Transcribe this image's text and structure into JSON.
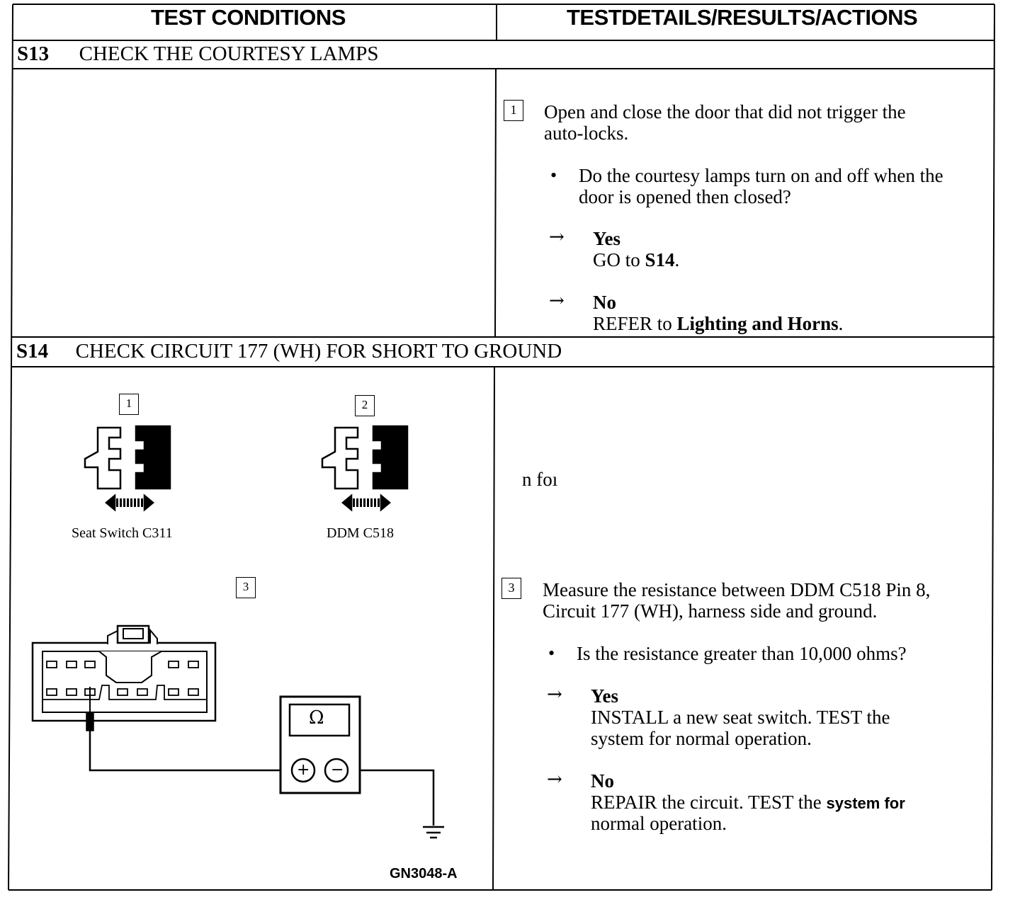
{
  "header": {
    "left": "TEST CONDITIONS",
    "right": "TESTDETAILS/RESULTS/ACTIONS"
  },
  "s13": {
    "code": "S13",
    "title": "CHECK THE COURTESY LAMPS",
    "step1_num": "1",
    "step1_text_l1": "Open and close the door that did not trigger the",
    "step1_text_l2": "auto-locks.",
    "bullet": "•",
    "question_l1": "Do the courtesy lamps turn on and off when the",
    "question_l2": "door is opened then closed?",
    "arrow": "→",
    "yes_label": "Yes",
    "yes_action_pre": "GO to ",
    "yes_action_ref": "S14",
    "yes_action_post": ".",
    "no_label": "No",
    "no_action_pre": "REFER to ",
    "no_action_ref": "Lighting and Horns",
    "no_action_post": "."
  },
  "s14": {
    "code": "S14",
    "title": "CHECK CIRCUIT 177 (WH) FOR SHORT TO GROUND",
    "fig_step1": "1",
    "fig_step2": "2",
    "fig_step3": "3",
    "connector1_label": "Seat Switch C311",
    "connector2_label": "DDM C518",
    "meter_symbol": "Ω",
    "plus": "+",
    "minus": "−",
    "figure_id": "GN3048-A",
    "fragment": "n foı",
    "step3_num": "3",
    "step3_l1": "Measure the resistance between DDM C518 Pin 8,",
    "step3_l2": "Circuit 177 (WH), harness side and ground.",
    "question": "Is the resistance greater than 10,000 ohms?",
    "yes_label": "Yes",
    "yes_l1": "INSTALL a new seat switch. TEST the",
    "yes_l2": "system for normal operation.",
    "no_label": "No",
    "no_l1_a": "REPAIR the circuit. TEST the ",
    "no_l1_b": "system for",
    "no_l2": "normal operation."
  }
}
